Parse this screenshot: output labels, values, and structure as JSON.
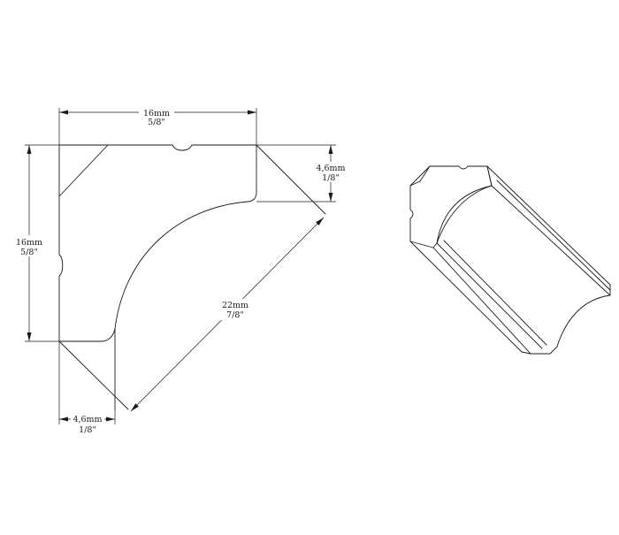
{
  "dimensions": {
    "top_width": {
      "metric": "16mm",
      "imperial": "5/8\""
    },
    "left_height": {
      "metric": "16mm",
      "imperial": "5/8\""
    },
    "right_offset": {
      "metric": "4,6mm",
      "imperial": "1/8\""
    },
    "bottom_offset": {
      "metric": "4,6mm",
      "imperial": "1/8\""
    },
    "diagonal": {
      "metric": "22mm",
      "imperial": "7/8\""
    }
  },
  "colors": {
    "line": "#1a1a1a",
    "background": "#ffffff"
  }
}
